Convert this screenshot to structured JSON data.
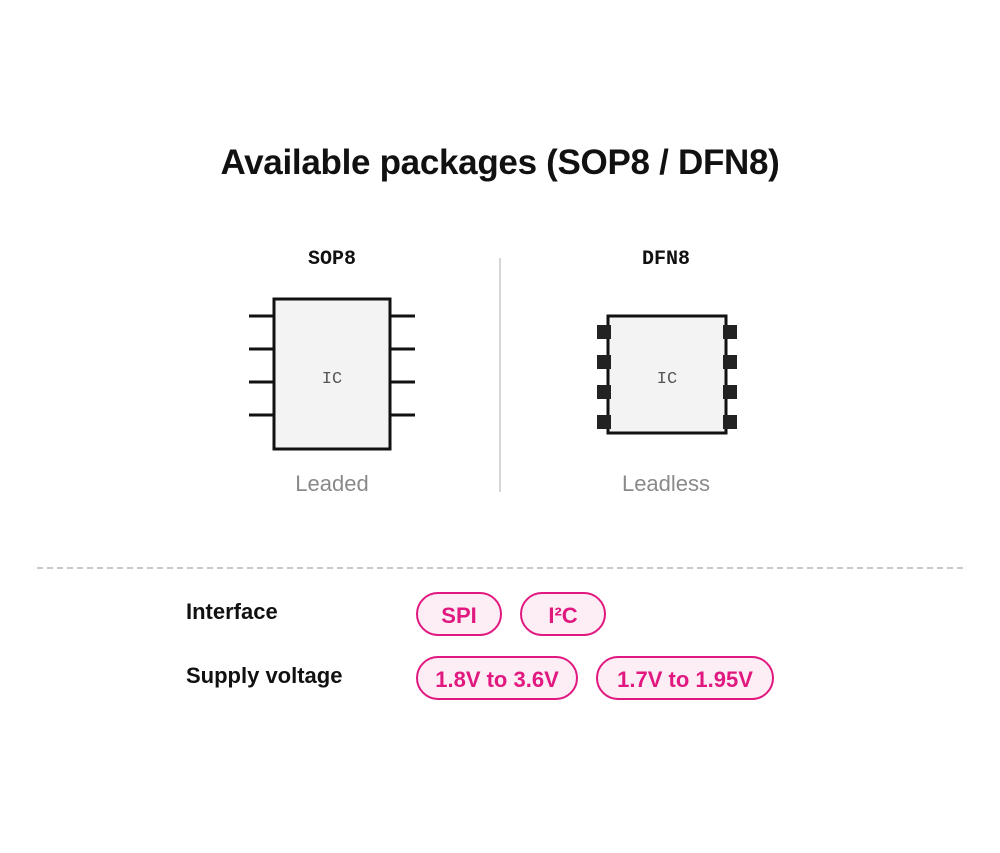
{
  "title": "Available packages (SOP8 / DFN8)",
  "packages": [
    {
      "name": "SOP8",
      "chip_label": "IC",
      "caption": "Leaded"
    },
    {
      "name": "DFN8",
      "chip_label": "IC",
      "caption": "Leadless"
    }
  ],
  "specs": {
    "interface": {
      "label": "Interface",
      "values": [
        "SPI",
        "I²C"
      ]
    },
    "supply_voltage": {
      "label": "Supply voltage",
      "values": [
        "1.8V to 3.6V",
        "1.7V to 1.95V"
      ]
    }
  },
  "colors": {
    "accent": "#e0187f",
    "accent_fill": "#fdeef6",
    "chip_fill": "#f3f3f3",
    "outline": "#111111",
    "caption": "#8a8a8a",
    "divider": "#d6d6d6"
  }
}
